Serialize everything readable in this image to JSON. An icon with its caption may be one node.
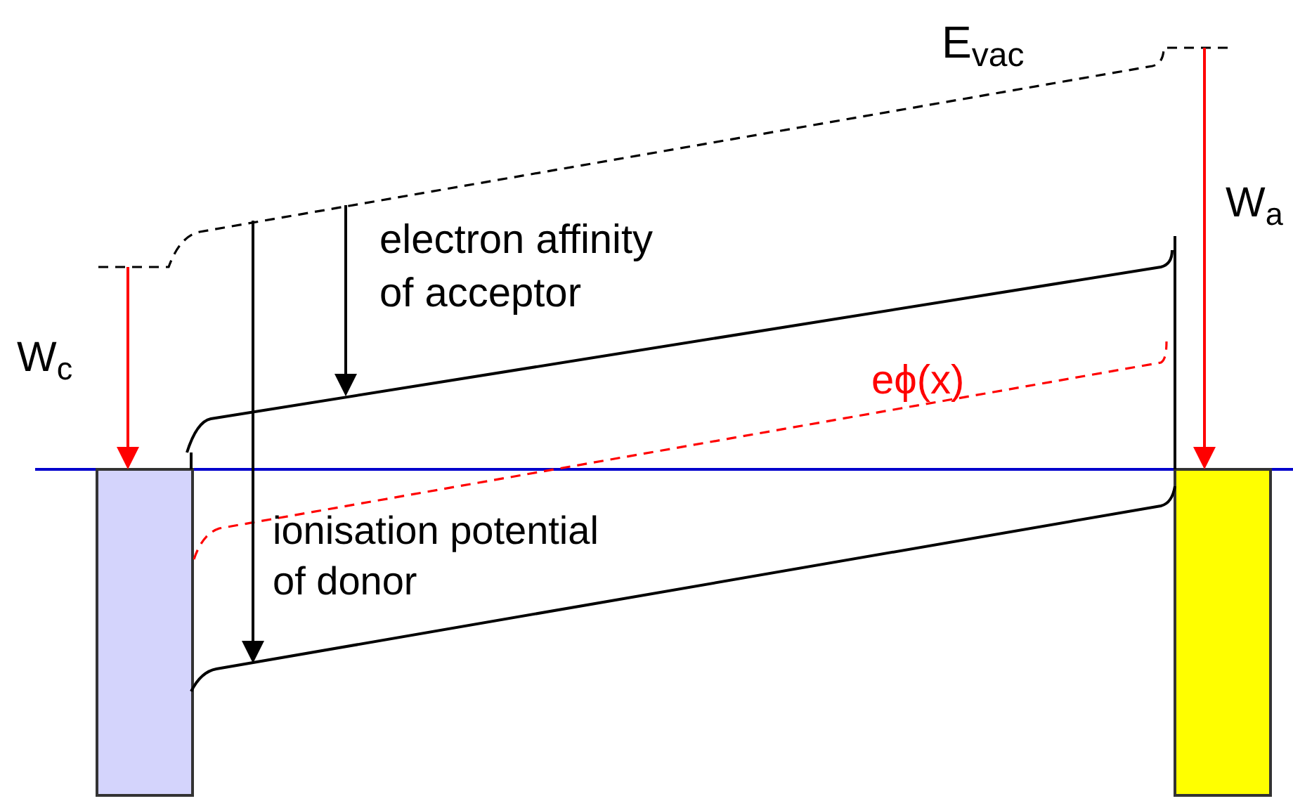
{
  "diagram": {
    "labels": [
      "E$_{vac}$",
      "W$_{a}$",
      "electron affinity of acceptor",
      "W$_{c}$",
      "eϕ(x)",
      "ionisation potential of donor"
    ]
  }
}
